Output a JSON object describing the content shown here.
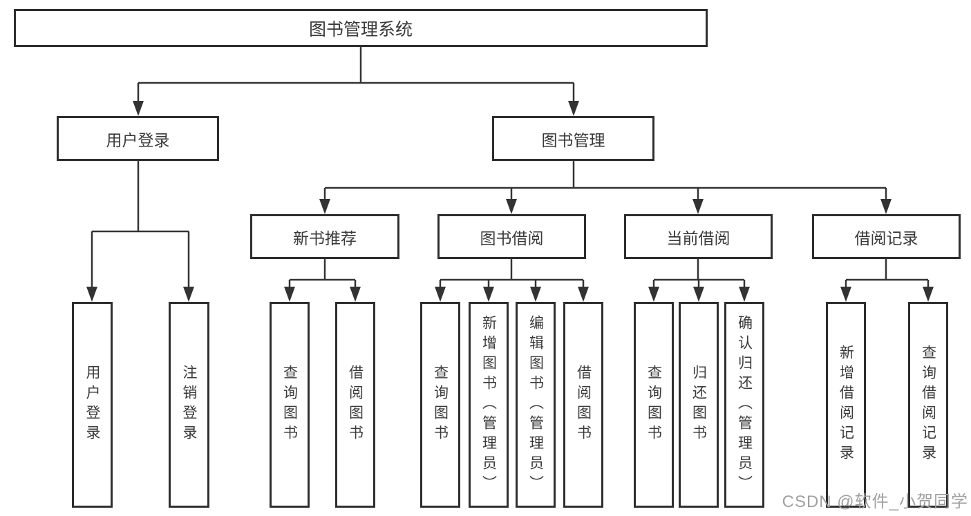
{
  "tree": {
    "root": "图书管理系统",
    "level2": {
      "user_login": "用户登录",
      "book_mgmt": "图书管理"
    },
    "level3": {
      "new_books": "新书推荐",
      "book_borrow": "图书借阅",
      "current_borrow": "当前借阅",
      "borrow_records": "借阅记录"
    },
    "leaves": {
      "user_login": [
        "用户登录",
        "注销登录"
      ],
      "new_books": [
        "查询图书",
        "借阅图书"
      ],
      "book_borrow": [
        "查询图书",
        "新增图书（管理员）",
        "编辑图书（管理员）",
        "借阅图书"
      ],
      "current_borrow": [
        "查询图书",
        "归还图书",
        "确认归还（管理员）"
      ],
      "borrow_records": [
        "新增借阅记录",
        "查询借阅记录"
      ]
    }
  },
  "watermark": "CSDN @软件_小贺同学",
  "colors": {
    "line": "#333333",
    "border": "#2e2e2e",
    "text": "#3a3a3a",
    "watermark": "#a0a0a0",
    "background": "#ffffff"
  }
}
